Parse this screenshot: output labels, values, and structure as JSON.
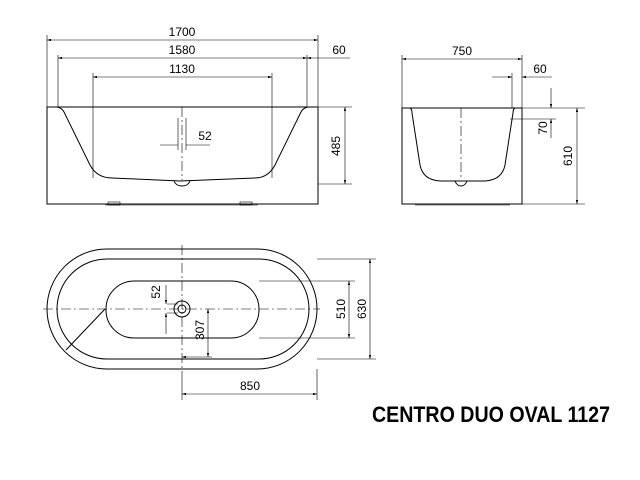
{
  "title": "CENTRO DUO OVAL 1127",
  "front_view": {
    "dims": {
      "overall_length": "1700",
      "rim_length": "1580",
      "bottom_length": "1130",
      "rim_width": "60",
      "drain_offset": "52",
      "inner_depth": "485"
    }
  },
  "side_view": {
    "dims": {
      "overall_width": "750",
      "rim_width": "60",
      "rim_height": "70",
      "overall_height": "610"
    }
  },
  "top_view": {
    "dims": {
      "drain_size": "52",
      "drain_position": "307",
      "inner_width": "510",
      "overall_width": "630",
      "half_length": "850"
    }
  }
}
